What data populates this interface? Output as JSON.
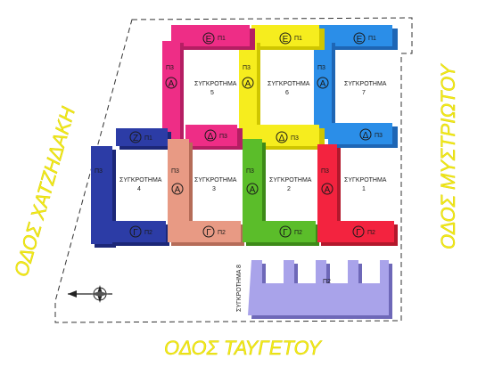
{
  "streets": {
    "left": "ΟΔΟΣ ΧΑΤΖΗΔΑΚΗ",
    "right": "ΟΔΟΣ ΜΥΣΤΡΙΩΤΟΥ",
    "bottom": "ΟΔΟΣ ΤΑΥΓΕΤΟΥ"
  },
  "complexes": [
    {
      "id": "c1",
      "label": "ΣΥΓΚΡΟΤΗΜΑ",
      "number": "1",
      "color": "#f3233f"
    },
    {
      "id": "c2",
      "label": "ΣΥΓΚΡΟΤΗΜΑ",
      "number": "2",
      "color": "#5bbd2a"
    },
    {
      "id": "c3",
      "label": "ΣΥΓΚΡΟΤΗΜΑ",
      "number": "3",
      "color": "#e89a84"
    },
    {
      "id": "c4",
      "label": "ΣΥΓΚΡΟΤΗΜΑ",
      "number": "4",
      "color": "#2c3ca6"
    },
    {
      "id": "c5",
      "label": "ΣΥΓΚΡΟΤΗΜΑ",
      "number": "5",
      "color": "#ee2d86"
    },
    {
      "id": "c6",
      "label": "ΣΥΓΚΡΟΤΗΜΑ",
      "number": "6",
      "color": "#f6ed1e"
    },
    {
      "id": "c7",
      "label": "ΣΥΓΚΡΟΤΗΜΑ",
      "number": "7",
      "color": "#2b8ee8"
    },
    {
      "id": "c8",
      "label": "ΣΥΓΚΡΟΤΗΜΑ 8",
      "color": "#a9a3ea"
    }
  ],
  "wing_labels": {
    "e1": "Ε",
    "e2": "Ε",
    "e3": "Ε",
    "p1": "Π1",
    "p2": "Π2",
    "p3": "Π3",
    "a": "Α",
    "d": "Δ",
    "g": "Γ",
    "z": "Ζ"
  },
  "compass_icon": "compass-rose-icon"
}
